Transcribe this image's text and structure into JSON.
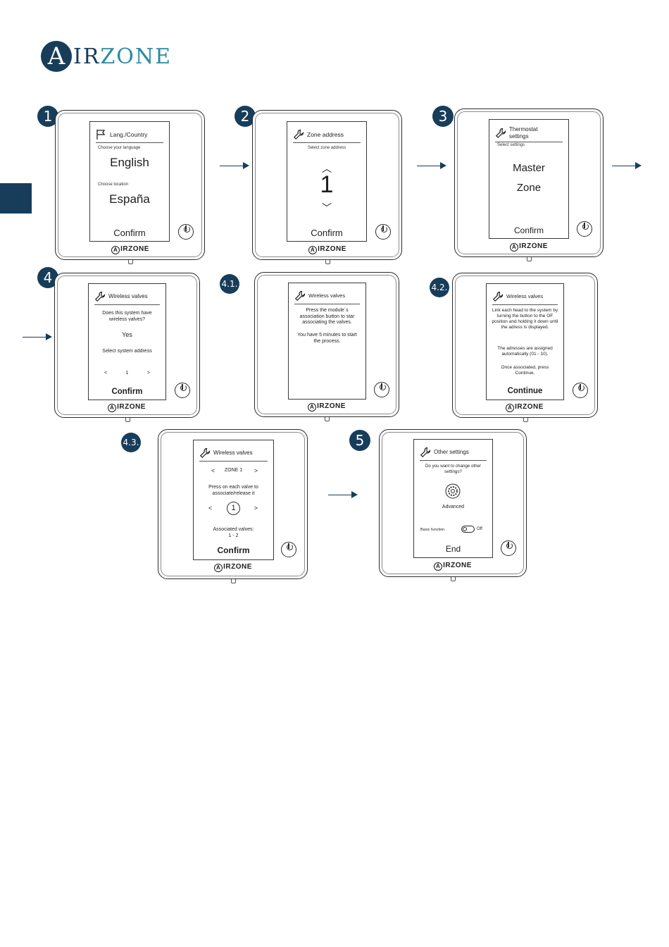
{
  "brand": {
    "logo_letter": "A",
    "logo_rest_dark": "IR",
    "logo_rest_teal": "ZONE",
    "device_brand": "IRZONE",
    "device_brand_letter": "A"
  },
  "steps": {
    "s1": {
      "badge": "1",
      "title": "Lang./Country",
      "lang_hint": "Choose your language",
      "lang": "English",
      "loc_hint": "Choose location",
      "loc": "España",
      "action": "Confirm"
    },
    "s2": {
      "badge": "2",
      "title": "Zone address",
      "hint": "Select zone address",
      "up": "︿",
      "value": "1",
      "down": "﹀",
      "action": "Confirm"
    },
    "s3": {
      "badge": "3",
      "title": "Thermostat settings",
      "hint": "Select settings",
      "opt1": "Master",
      "opt2": "Zone",
      "action": "Confirm"
    },
    "s4": {
      "badge": "4",
      "title": "Wireless valves",
      "question": "Does this system have wireless valves?",
      "answer": "Yes",
      "addr_hint": "Select system address",
      "prev": "<",
      "addr": "1",
      "next": ">",
      "action": "Confirm"
    },
    "s41": {
      "badge": "4.1.",
      "title": "Wireless valves",
      "text1": "Press the module´s association button to star associating the valves.",
      "text2": "You have 5 minutes to start the process."
    },
    "s42": {
      "badge": "4.2.",
      "title": "Wireless valves",
      "text1": "Link each head to the system by turning the button to the OF position and holding it down until the adress is displayed.",
      "text2": "The adresses are assigned automatically (01 - 10).",
      "text3": "Once associated, press Continue.",
      "action": "Continue"
    },
    "s43": {
      "badge": "4.3.",
      "title": "Wireless valves",
      "zone_prev": "<",
      "zone": "ZONE 1",
      "zone_next": ">",
      "text1": "Press on each valve to associate/release it",
      "valve_prev": "<",
      "valve": "1",
      "valve_next": ">",
      "assoc_label": "Associated valves:",
      "assoc_value": "1 - 2",
      "action": "Confirm"
    },
    "s5": {
      "badge": "5",
      "title": "Other settings",
      "question": "Do you want to change other settings?",
      "advanced": "Advanced",
      "basic_label": "Basic function",
      "toggle_state": "Off",
      "action": "End"
    }
  },
  "colors": {
    "brand_dark": "#173d5a",
    "brand_teal": "#2a8aa3"
  },
  "icons": [
    "flag-icon",
    "wrench-icon",
    "gear-icon",
    "power-icon",
    "arrow-right-icon"
  ]
}
